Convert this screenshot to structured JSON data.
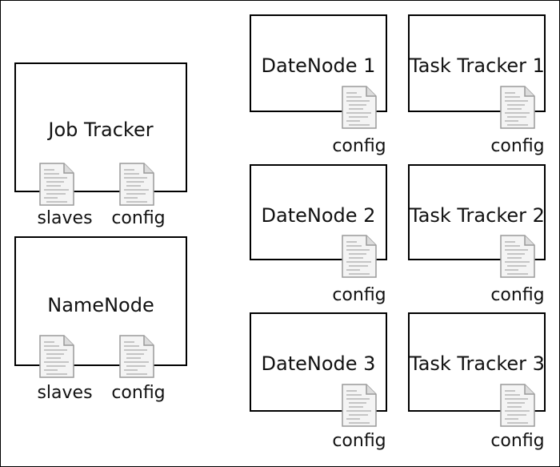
{
  "left": {
    "job_tracker": {
      "title": "Job Tracker",
      "files": [
        "slaves",
        "config"
      ]
    },
    "name_node": {
      "title": "NameNode",
      "files": [
        "slaves",
        "config"
      ]
    }
  },
  "right": {
    "data_nodes": [
      {
        "title": "DateNode 1",
        "file": "config"
      },
      {
        "title": "DateNode 2",
        "file": "config"
      },
      {
        "title": "DateNode 3",
        "file": "config"
      }
    ],
    "task_trackers": [
      {
        "title": "Task Tracker 1",
        "file": "config"
      },
      {
        "title": "Task Tracker 2",
        "file": "config"
      },
      {
        "title": "Task Tracker 3",
        "file": "config"
      }
    ]
  },
  "icons": {
    "file": "document-icon"
  }
}
